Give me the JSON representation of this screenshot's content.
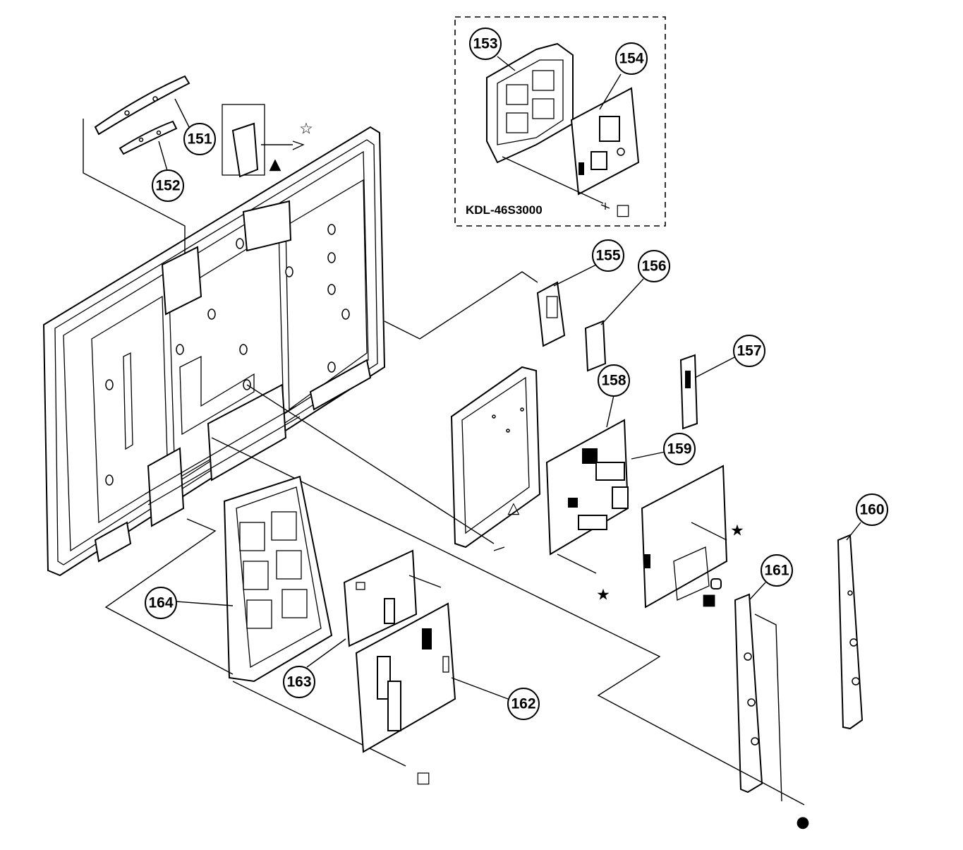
{
  "model_label": "KDL-46S3000",
  "callouts": [
    {
      "id": "151",
      "label": "151"
    },
    {
      "id": "152",
      "label": "152"
    },
    {
      "id": "153",
      "label": "153"
    },
    {
      "id": "154",
      "label": "154"
    },
    {
      "id": "155",
      "label": "155"
    },
    {
      "id": "156",
      "label": "156"
    },
    {
      "id": "157",
      "label": "157"
    },
    {
      "id": "158",
      "label": "158"
    },
    {
      "id": "159",
      "label": "159"
    },
    {
      "id": "160",
      "label": "160"
    },
    {
      "id": "161",
      "label": "161"
    },
    {
      "id": "162",
      "label": "162"
    },
    {
      "id": "163",
      "label": "163"
    },
    {
      "id": "164",
      "label": "164"
    }
  ],
  "screw_symbols": {
    "outline_star": "☆",
    "solid_star": "★",
    "triangle": "△",
    "solid_triangle": "▲",
    "outline_square": "□",
    "solid_square": "■",
    "dot": "●"
  }
}
